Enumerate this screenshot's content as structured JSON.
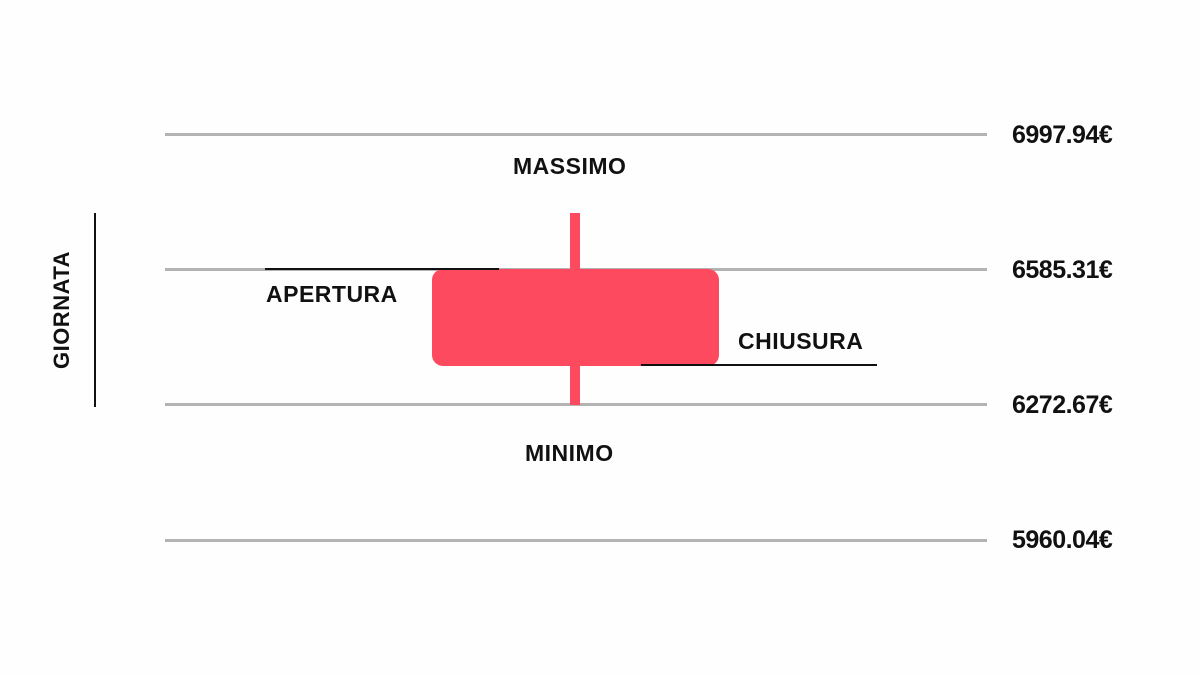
{
  "period_label": "GIORNATA",
  "price_levels": [
    "6997.94€",
    "6585.31€",
    "6272.67€",
    "5960.04€"
  ],
  "candle": {
    "high_label": "MASSIMO",
    "low_label": "MINIMO",
    "open_label": "APERTURA",
    "close_label": "CHIUSURA",
    "color": "#fd4a5f",
    "direction": "bearish"
  },
  "colors": {
    "gridline": "#b3b3b3",
    "text": "#111111",
    "background": "#fefefe"
  }
}
